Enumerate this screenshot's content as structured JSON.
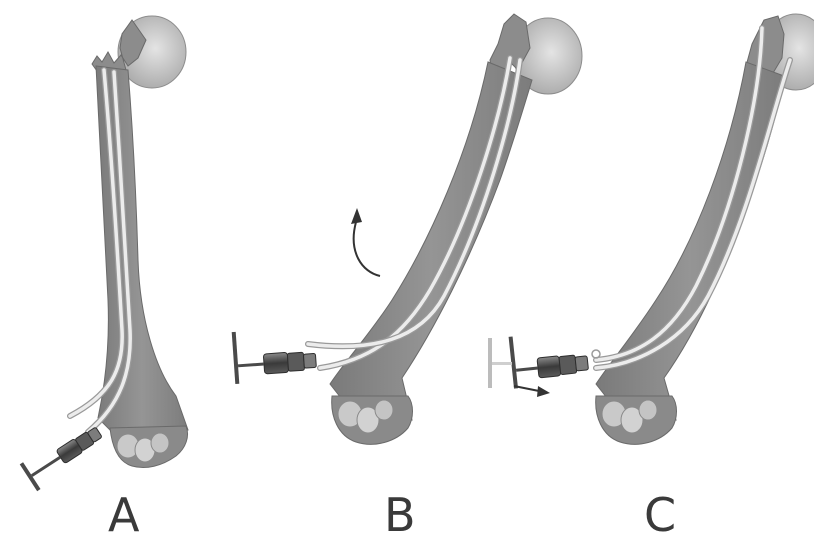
{
  "panels": [
    {
      "label": "A"
    },
    {
      "label": "B"
    },
    {
      "label": "C"
    }
  ],
  "colors": {
    "bone": "#8a8a8a",
    "bone_dark": "#6e6e6e",
    "bone_light": "#cfcfcf",
    "rod": "#e6e6e6",
    "rod_edge": "#9a9a9a",
    "instrument_dark": "#3c3c3c",
    "instrument_mid": "#6a6a6a",
    "arrow": "#333333"
  }
}
